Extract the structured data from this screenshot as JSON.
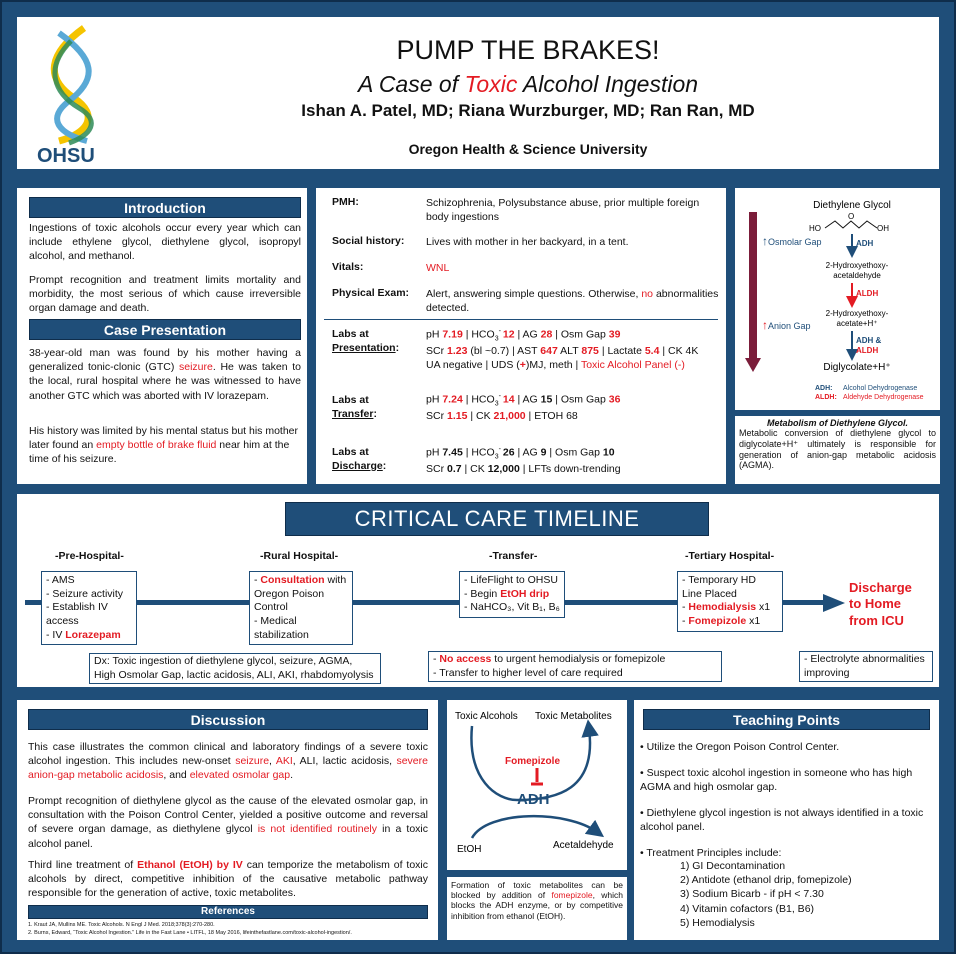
{
  "header": {
    "logo_text": "OHSU",
    "title": "PUMP THE BRAKES!",
    "subtitle_pre": "A Case of ",
    "subtitle_red": "Toxic",
    "subtitle_post": " Alcohol Ingestion",
    "authors": "Ishan A. Patel, MD; Riana Wurzburger, MD; Ran Ran, MD",
    "institution": "Oregon Health & Science University"
  },
  "intro": {
    "heading": "Introduction",
    "p1": "Ingestions of toxic alcohols occur every year which can include ethylene glycol, diethylene glycol, isopropyl alcohol, and methanol.",
    "p2": "Prompt recognition and treatment limits mortality and morbidity, the most serious of which cause irreversible organ damage and death."
  },
  "case": {
    "heading": "Case Presentation",
    "p1a": "38-year-old man was found by his mother having a generalized tonic-clonic (GTC) ",
    "p1b": "seizure",
    "p1c": ". He was taken to the local, rural hospital where he was witnessed to have another GTC which was aborted with IV lorazepam.",
    "p2a": "His history was limited by his mental status but his mother later found an ",
    "p2b": "empty bottle of brake fluid",
    "p2c": " near him at the time of his seizure."
  },
  "history": {
    "pmh_label": "PMH:",
    "pmh": "Schizophrenia, Polysubstance abuse,  prior multiple foreign body ingestions",
    "social_label": "Social history:",
    "social": "Lives with mother in her backyard, in a tent.",
    "vitals_label": "Vitals:",
    "vitals": "WNL",
    "exam_label": "Physical Exam:",
    "exam_a": "Alert, answering simple questions. Otherwise, ",
    "exam_b": "no",
    "exam_c": " abnormalities detected."
  },
  "labs": {
    "pres_label_1": "Labs at",
    "pres_label_2": "Presentation",
    "trans_label_1": "Labs at",
    "trans_label_2": "Transfer",
    "disch_label_1": "Labs at",
    "disch_label_2": "Discharge",
    "pres_line1": [
      "pH ",
      "7.19",
      " | HCO",
      "3",
      "- ",
      "12",
      " | AG ",
      "28",
      " | Osm Gap ",
      "39"
    ],
    "pres_line2": [
      "SCr ",
      "1.23",
      " (bl ~0.7) | AST ",
      "647",
      " ALT ",
      "875",
      " | Lactate ",
      "5.4",
      " | CK 4K"
    ],
    "pres_line3": [
      "UA negative | UDS (",
      "+",
      ")MJ, meth | ",
      "Toxic Alcohol Panel (-)"
    ],
    "trans_line1": [
      "pH ",
      "7.24",
      " | HCO",
      "3",
      "- ",
      "14",
      " | AG ",
      "15",
      " | Osm Gap ",
      "36"
    ],
    "trans_line2": [
      "SCr ",
      "1.15",
      " | CK ",
      "21,000",
      " | ETOH 68"
    ],
    "disch_line1": [
      "pH ",
      "7.45",
      " | HCO",
      "3",
      "- ",
      "26",
      " | AG ",
      "9",
      " | Osm Gap ",
      "10"
    ],
    "disch_line2": [
      "SCr ",
      "0.7",
      " | CK ",
      "12,000",
      " | LFTs down-trending"
    ]
  },
  "metabolism": {
    "compound": "Diethylene Glycol",
    "osmolar_gap": "Osmolar Gap",
    "anion_gap": "Anion Gap",
    "ho_left": "HO",
    "oh_right": "OH",
    "o_label": "O",
    "adh": "ADH",
    "step1": "2-Hydroxyethoxy-acetaldehyde",
    "aldh": "ALDH",
    "step2": "2-Hydroxyethoxy-acetate+H⁺",
    "adh_aldh": "ADH &",
    "adh_aldh2": "ALDH",
    "final": "Diglycolate+H⁺",
    "legend_adh_key": "ADH:",
    "legend_adh": "Alcohol Dehydrogenase",
    "legend_aldh_key": "ALDH:",
    "legend_aldh": "Aldehyde Dehydrogenase",
    "caption_title": "Metabolism of Diethylene Glycol.",
    "caption": "Metabolic conversion of diethylene glycol to diglycolate+H⁺ ultimately is responsible for generation of anion-gap metabolic acidosis (AGMA).",
    "colors": {
      "up_arrow": "#1f4e79",
      "down_arrow": "#7b1d3a",
      "adh": "#1f4e79",
      "aldh": "#e31b23"
    }
  },
  "timeline": {
    "heading": "CRITICAL CARE TIMELINE",
    "pre_title": "-Pre-Hospital-",
    "pre_items": [
      [
        "AMS",
        ""
      ],
      [
        "Seizure activity",
        ""
      ],
      [
        "Establish IV access",
        ""
      ],
      [
        "IV ",
        "Lorazepam"
      ]
    ],
    "rural_title": "-Rural Hospital-",
    "rural_items": [
      [
        "",
        "Consultation",
        " with Oregon Poison Control"
      ],
      [
        "Medical stabilization",
        "",
        ""
      ]
    ],
    "transfer_title": "-Transfer-",
    "transfer_items": [
      [
        "LifeFlight to OHSU",
        "",
        ""
      ],
      [
        "Begin ",
        "EtOH drip",
        ""
      ],
      [
        "NaHCO₃, Vit B₁, B₆",
        "",
        ""
      ]
    ],
    "tertiary_title": "-Tertiary Hospital-",
    "tertiary_items": [
      [
        "Temporary HD Line Placed",
        "",
        ""
      ],
      [
        "",
        "Hemodialysis",
        " x1"
      ],
      [
        "",
        "Fomepizole",
        " x1"
      ]
    ],
    "discharge": "Discharge to Home from ICU",
    "dx": "Dx: Toxic ingestion of diethylene glycol, seizure, AGMA, High Osmolar Gap, lactic acidosis, ALI, AKI, rhabdomyolysis",
    "access_a": "No access",
    "access_b": " to urgent hemodialysis or fomepizole",
    "transfer_reason": "Transfer to higher level of care required",
    "electrolyte": "Electrolyte abnormalities improving"
  },
  "discussion": {
    "heading": "Discussion",
    "p1a": " This case illustrates the common clinical and laboratory findings of a severe toxic alcohol ingestion. This includes new-onset ",
    "p1b": "seizure",
    "p1c": ", ",
    "p1d": "AKI",
    "p1e": ", ALI, lactic acidosis, ",
    "p1f": "severe anion-gap metabolic acidosis",
    "p1g": ", and ",
    "p1h": "elevated osmolar gap",
    "p1i": ".",
    "p2a": "Prompt recognition of diethylene glycol as the cause of the elevated osmolar gap, in consultation with the Poison Control Center, yielded a positive outcome and reversal of severe organ damage, as diethylene glycol ",
    "p2b": "is not identified routinely",
    "p2c": " in a toxic alcohol panel.",
    "p3a": "Third line treatment of ",
    "p3b": "Ethanol (EtOH) by IV",
    "p3c": " can temporize the metabolism of toxic alcohols by direct, competitive inhibition of the causative metabolic pathway responsible for the generation of active, toxic metabolites.",
    "refs_heading": "References",
    "ref1": "1. Kraut JA, Mullins ME. Toxic Alcohols. N Engl J Med. 2018;378(3):270-280.",
    "ref2": "2. Burns, Edward, “Toxic Alcohol Ingestion.” Life in the Fast Lane • LITFL, 18 May 2016, lifeinthefastlane.com/toxic-alcohol-ingestion/."
  },
  "adh_diagram": {
    "toxic_alcohols": "Toxic Alcohols",
    "toxic_metabolites": "Toxic Metabolites",
    "fomepizole": "Fomepizole",
    "adh": "ADH",
    "etoh": "EtOH",
    "acetaldehyde": "Acetaldehyde",
    "caption_a": "Formation of toxic metabolites can be blocked by addition of ",
    "caption_b": "fomepizole",
    "caption_c": ", which blocks the ADH enzyme, or by competitive inhibition from ethanol (EtOH)."
  },
  "teaching": {
    "heading": "Teaching Points",
    "points": [
      "Utilize the Oregon Poison Control Center.",
      "Suspect toxic alcohol ingestion in someone who has high AGMA and high osmolar gap.",
      "Diethylene glycol ingestion is not always identified in a toxic alcohol panel.",
      "Treatment Principles include:"
    ],
    "principles": [
      "1) GI Decontamination",
      "2) Antidote (ethanol drip, fomepizole)",
      "3) Sodium Bicarb - if pH < 7.30",
      "4) Vitamin cofactors (B1, B6)",
      "5) Hemodialysis"
    ]
  }
}
